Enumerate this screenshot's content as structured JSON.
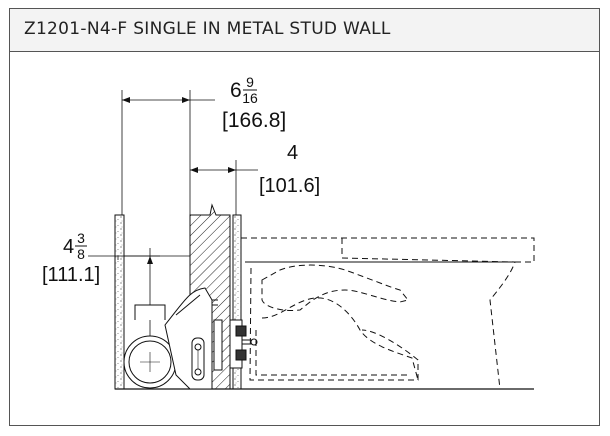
{
  "title": "Z1201-N4-F SINGLE IN METAL STUD WALL",
  "dimensions": {
    "width_total": {
      "whole": "6",
      "num": "9",
      "den": "16",
      "metric": "[166.8]"
    },
    "wall_offset": {
      "whole": "4",
      "metric": "[101.6]"
    },
    "pipe_height": {
      "whole": "4",
      "num": "3",
      "den": "8",
      "metric": "[111.1]"
    }
  }
}
